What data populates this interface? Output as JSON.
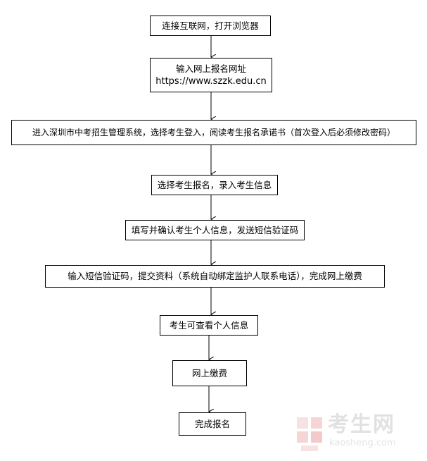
{
  "steps": [
    {
      "lines": [
        "连接互联网，打开浏览器"
      ]
    },
    {
      "lines": [
        "输入网上报名网址",
        "https://www.szzk.edu.cn"
      ]
    },
    {
      "lines": [
        "进入深圳市中考招生管理系统，选择考生登入，阅读考生报名承诺书（首次登入后必须修改密码）"
      ]
    },
    {
      "lines": [
        "选择考生报名，录入考生信息"
      ]
    },
    {
      "lines": [
        "填写并确认考生个人信息，发送短信验证码"
      ]
    },
    {
      "lines": [
        "输入短信验证码，提交资料（系统自动绑定监护人联系电话），完成网上缴费"
      ]
    },
    {
      "lines": [
        "考生可查看个人信息"
      ]
    },
    {
      "lines": [
        "网上缴费"
      ]
    },
    {
      "lines": [
        "完成报名"
      ]
    }
  ],
  "watermark": {
    "brand_cn": "考生网",
    "brand_en": "kaosheng.com",
    "accent_color": "#e8a0a0"
  },
  "colors": {
    "line": "#000000",
    "box_border": "#000000"
  }
}
